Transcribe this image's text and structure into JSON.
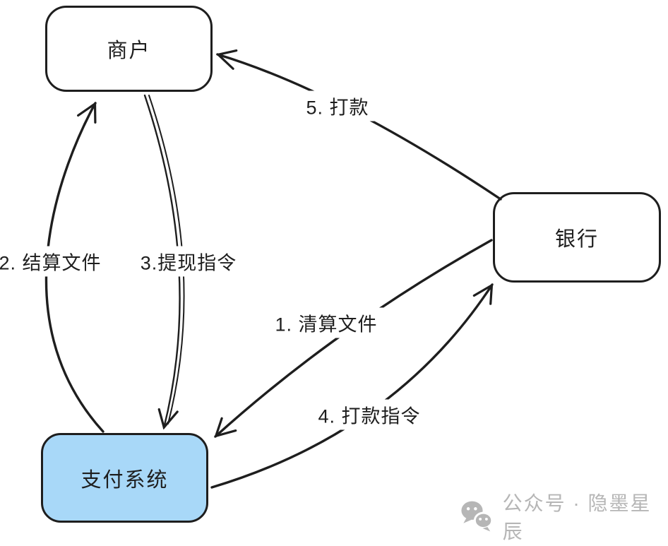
{
  "colors": {
    "ink": "#1e1e1e",
    "node_fill": "#ffffff",
    "payment_fill": "#a8d8f8",
    "watermark": "#b6b6b6"
  },
  "nodes": {
    "merchant": {
      "label": "商户"
    },
    "bank": {
      "label": "银行"
    },
    "payment_system": {
      "label": "支付系统"
    }
  },
  "edges": {
    "clearing_file": {
      "label": "1. 清算文件",
      "from": "bank",
      "to": "payment_system"
    },
    "settlement_file": {
      "label": "2. 结算文件",
      "from": "payment_system",
      "to": "merchant"
    },
    "withdrawal_command": {
      "label": "3.提现指令",
      "from": "merchant",
      "to": "payment_system"
    },
    "payout_command": {
      "label": "4. 打款指令",
      "from": "payment_system",
      "to": "bank"
    },
    "payout": {
      "label": "5. 打款",
      "from": "bank",
      "to": "merchant"
    }
  },
  "watermark": {
    "icon": "wechat-icon",
    "text": "公众号 · 隐墨星辰"
  }
}
